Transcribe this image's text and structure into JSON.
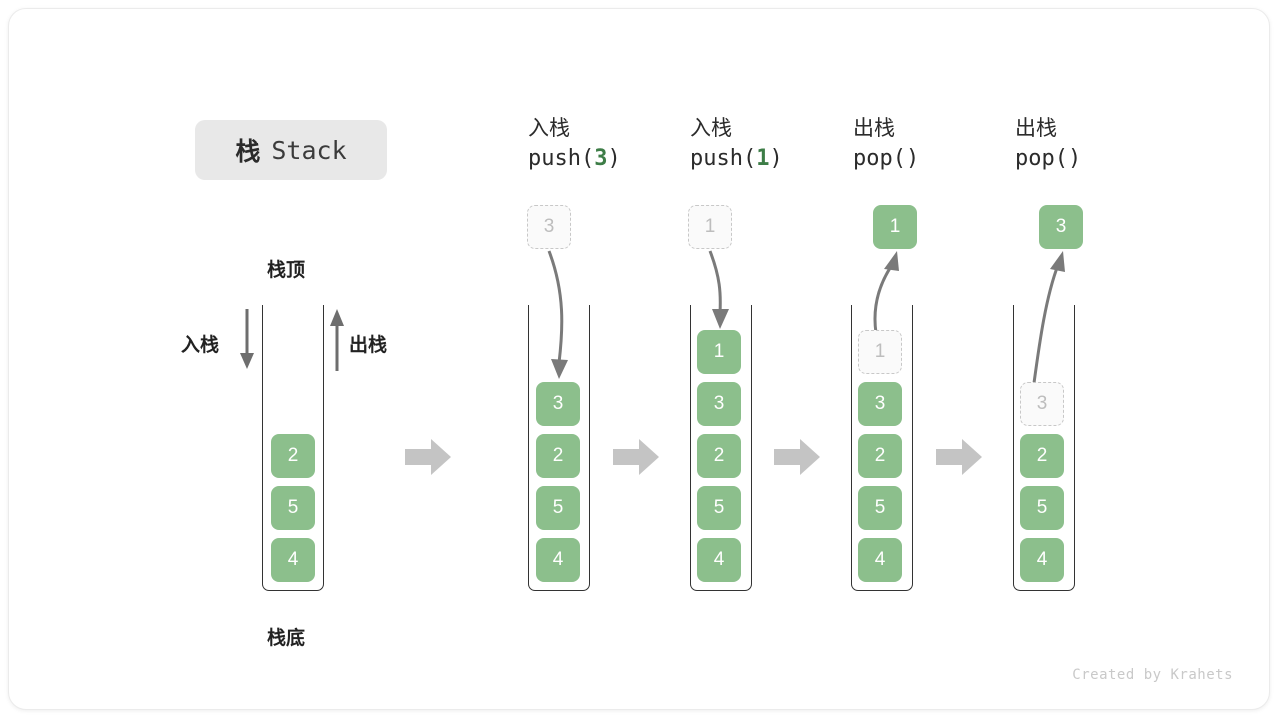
{
  "title": {
    "cn": "栈",
    "en": "Stack"
  },
  "labels": {
    "top": "栈顶",
    "bottom": "栈底",
    "push": "入栈",
    "pop": "出栈"
  },
  "colors": {
    "cell_green": "#8cbf8c",
    "arg_green": "#3d7d47",
    "ghost_gray": "#bdbdbd",
    "arrow_gray": "#808080",
    "chip_gray": "#e8e8e8"
  },
  "columns": [
    {
      "id": "initial",
      "header_op": "",
      "header_fn": "",
      "header_arg": "",
      "stack": [
        "2",
        "5",
        "4"
      ],
      "ghost": null,
      "floating": null
    },
    {
      "id": "push-3",
      "header_op": "入栈",
      "header_fn_prefix": "push(",
      "header_arg": "3",
      "header_fn_suffix": ")",
      "stack": [
        "3",
        "2",
        "5",
        "4"
      ],
      "ghost": null,
      "floating": {
        "value": "3",
        "style": "ghost",
        "direction": "down"
      }
    },
    {
      "id": "push-1",
      "header_op": "入栈",
      "header_fn_prefix": "push(",
      "header_arg": "1",
      "header_fn_suffix": ")",
      "stack": [
        "1",
        "3",
        "2",
        "5",
        "4"
      ],
      "ghost": null,
      "floating": {
        "value": "1",
        "style": "ghost",
        "direction": "down"
      }
    },
    {
      "id": "pop-1",
      "header_op": "出栈",
      "header_fn_prefix": "pop(",
      "header_arg": "",
      "header_fn_suffix": ")",
      "stack": [
        "3",
        "2",
        "5",
        "4"
      ],
      "ghost": {
        "value": "1",
        "index": 0
      },
      "floating": {
        "value": "1",
        "style": "filled",
        "direction": "up"
      }
    },
    {
      "id": "pop-3",
      "header_op": "出栈",
      "header_fn_prefix": "pop(",
      "header_arg": "",
      "header_fn_suffix": ")",
      "stack": [
        "2",
        "5",
        "4"
      ],
      "ghost": {
        "value": "3",
        "index": 0
      },
      "floating": {
        "value": "3",
        "style": "filled",
        "direction": "up"
      }
    }
  ],
  "credit": "Created by Krahets"
}
